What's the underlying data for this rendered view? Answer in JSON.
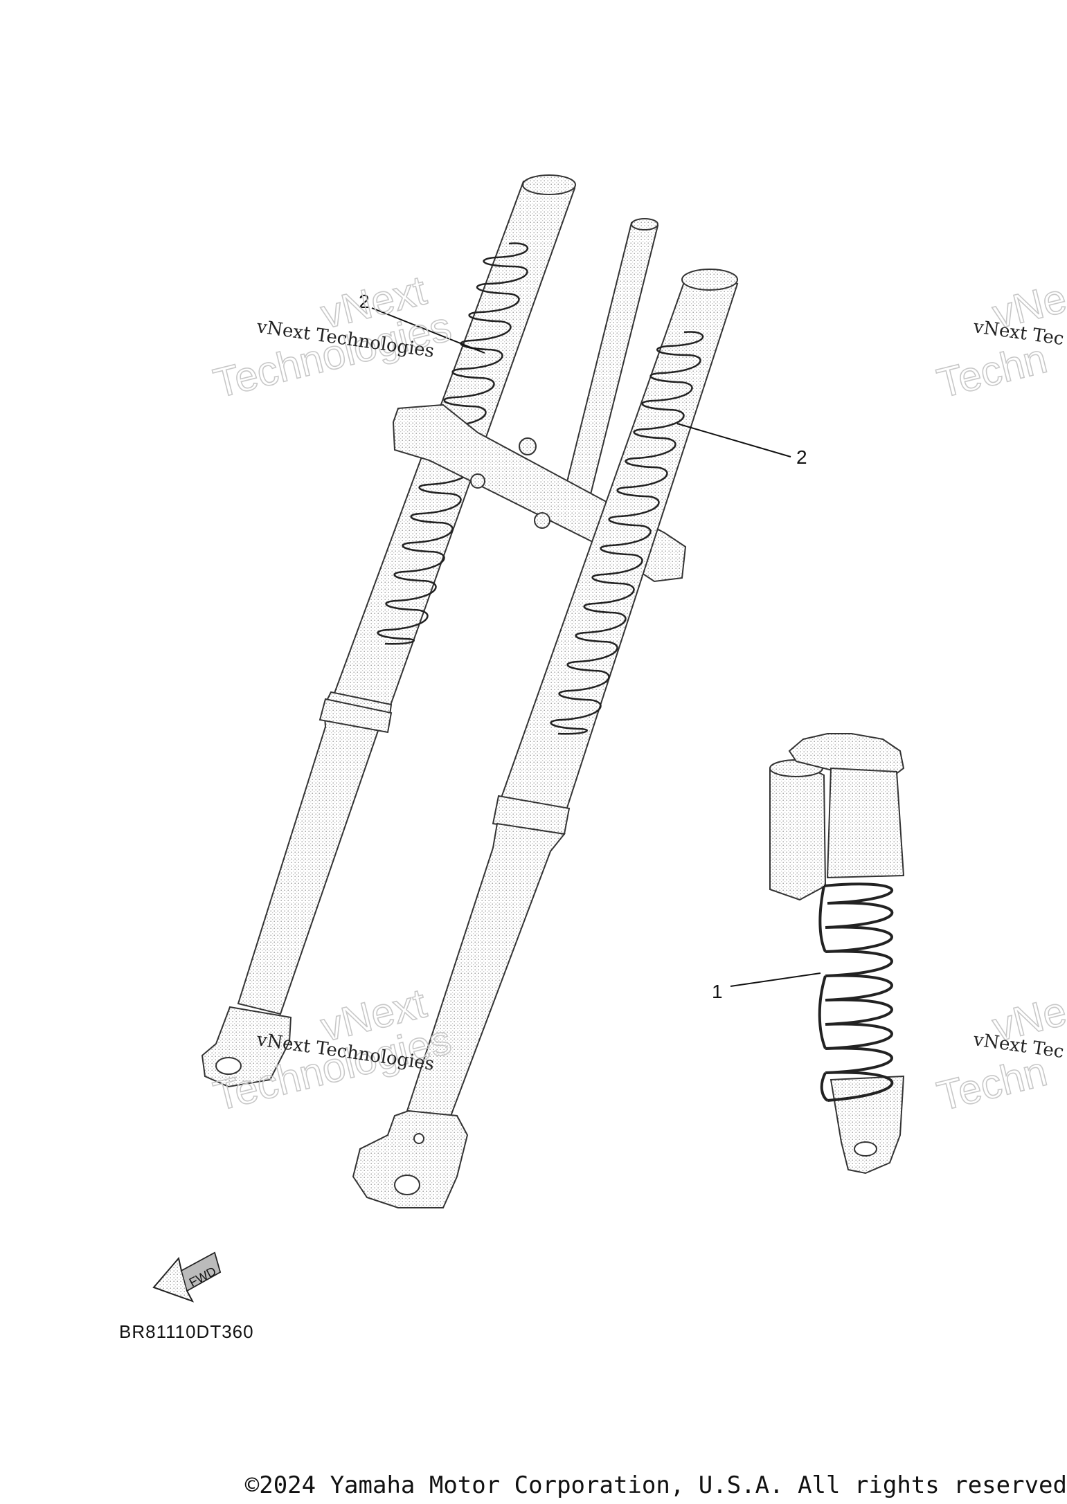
{
  "diagram": {
    "callouts": [
      "1",
      "2",
      "2"
    ],
    "diagram_code": "BR81110DT360",
    "fwd_label": "FWD",
    "watermark_small": "vNext Technologies",
    "watermark_small_cut": "vNext Tec",
    "watermark_big_line1": "vNext",
    "watermark_big_line2": "Technologies",
    "watermark_big_cut": "vNe",
    "watermark_big_cut2": "Techn"
  },
  "footer": {
    "copyright": "©2024 Yamaha Motor Corporation, U.S.A. All rights reserved"
  }
}
